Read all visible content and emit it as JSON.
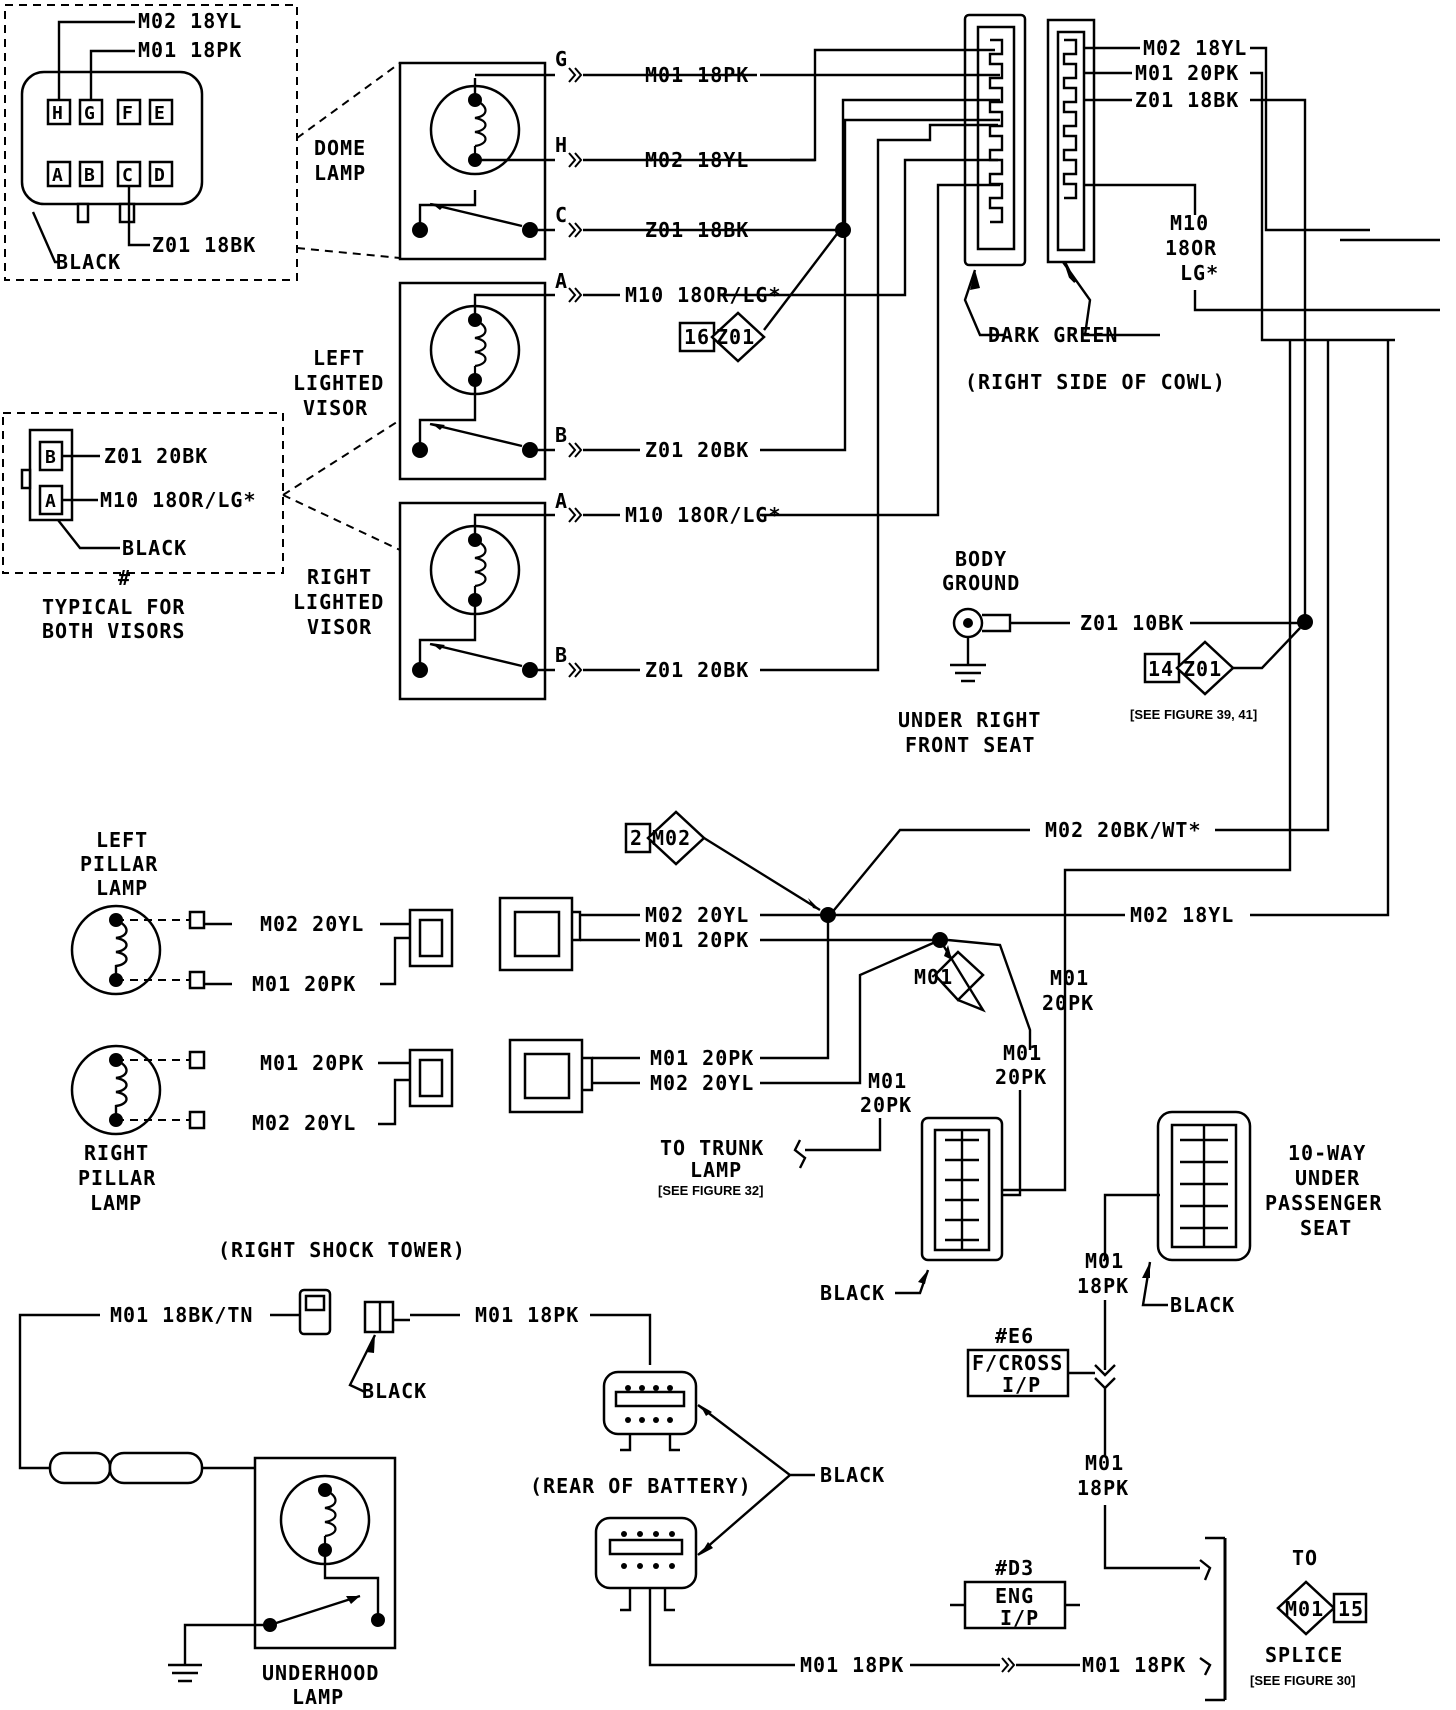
{
  "top_left_connector": {
    "pins_top": [
      "H",
      "G",
      "F",
      "E"
    ],
    "pins_bottom": [
      "A",
      "B",
      "C",
      "D"
    ],
    "wire1": "M02 18YL",
    "wire2": "M01 18PK",
    "wire3": "Z01 18BK",
    "color": "BLACK"
  },
  "dome_lamp": {
    "label1": "DOME",
    "label2": "LAMP",
    "pin_g": "G",
    "pin_h": "H",
    "pin_c": "C",
    "wire_g": "M01 18PK",
    "wire_h": "M02 18YL",
    "wire_c": "Z01 18BK"
  },
  "left_visor": {
    "label1": "LEFT",
    "label2": "LIGHTED",
    "label3": "VISOR",
    "pin_a": "A",
    "pin_b": "B",
    "wire_a": "M10 18OR/LG*",
    "wire_b": "Z01 20BK"
  },
  "right_visor": {
    "label1": "RIGHT",
    "label2": "LIGHTED",
    "label3": "VISOR",
    "pin_a": "A",
    "pin_b": "B",
    "wire_a": "M10 18OR/LG*",
    "wire_b": "Z01 20BK"
  },
  "visor_connector": {
    "pin_b": "B",
    "pin_a": "A",
    "wire_b": "Z01 20BK",
    "wire_a": "M10 18OR/LG*",
    "color": "BLACK",
    "hash": "#",
    "note1": "TYPICAL FOR",
    "note2": "BOTH VISORS"
  },
  "splice_z01_16": {
    "num": "16",
    "name": "Z01"
  },
  "cowl": {
    "wire1": "M02 18YL",
    "wire2": "M01 20PK",
    "wire3": "Z01 18BK",
    "wire4a": "M10",
    "wire4b": "18OR",
    "wire4c": "LG*",
    "color": "DARK GREEN",
    "location": "(RIGHT SIDE OF COWL)"
  },
  "body_ground": {
    "label1": "BODY",
    "label2": "GROUND",
    "wire": "Z01 10BK",
    "loc1": "UNDER RIGHT",
    "loc2": "FRONT SEAT",
    "splice_num": "14",
    "splice_name": "Z01",
    "ref": "[SEE FIGURE 39, 41]"
  },
  "pillar": {
    "left1": "LEFT",
    "left2": "PILLAR",
    "left3": "LAMP",
    "right1": "RIGHT",
    "right2": "PILLAR",
    "right3": "LAMP",
    "l_wire1": "M02 20YL",
    "l_wire2": "M01 20PK",
    "r_wire1": "M01 20PK",
    "r_wire2": "M02 20YL"
  },
  "center": {
    "splice_num": "2",
    "splice_name": "M02",
    "w_bkwt": "M02 20BK/WT*",
    "w_18yl": "M02 18YL",
    "c1_yl": "M02 20YL",
    "c1_pk": "M01 20PK",
    "c2_pk": "M01 20PK",
    "c2_yl": "M02 20YL",
    "m01_tag": "M01",
    "v1a": "M01",
    "v1b": "20PK",
    "v2a": "M01",
    "v2b": "20PK",
    "v3a": "M01",
    "v3b": "20PK",
    "trunk1": "TO TRUNK",
    "trunk2": "LAMP",
    "trunk_ref": "[SEE FIGURE 32]",
    "black1": "BLACK"
  },
  "ten_way": {
    "label1": "10-WAY",
    "label2": "UNDER",
    "label3": "PASSENGER",
    "label4": "SEAT",
    "color": "BLACK",
    "wire_a": "M01",
    "wire_b": "18PK"
  },
  "shock_tower": {
    "title": "(RIGHT SHOCK TOWER)",
    "wire_left": "M01 18BK/TN",
    "wire_right": "M01 18PK",
    "color": "BLACK"
  },
  "battery": {
    "title": "(REAR OF BATTERY)",
    "color": "BLACK",
    "wire_bottom": "M01 18PK",
    "wire_bottom2": "M01 18PK"
  },
  "underhood": {
    "label1": "UNDERHOOD",
    "label2": "LAMP"
  },
  "e6": {
    "code": "#E6",
    "l1": "F/CROSS",
    "l2": "I/P"
  },
  "d3": {
    "code": "#D3",
    "l1": "ENG",
    "l2": "I/P"
  },
  "lower_wire": {
    "a": "M01",
    "b": "18PK"
  },
  "to_splice": {
    "to": "TO",
    "name": "M01",
    "num": "15",
    "label": "SPLICE",
    "ref": "[SEE FIGURE 30]"
  }
}
